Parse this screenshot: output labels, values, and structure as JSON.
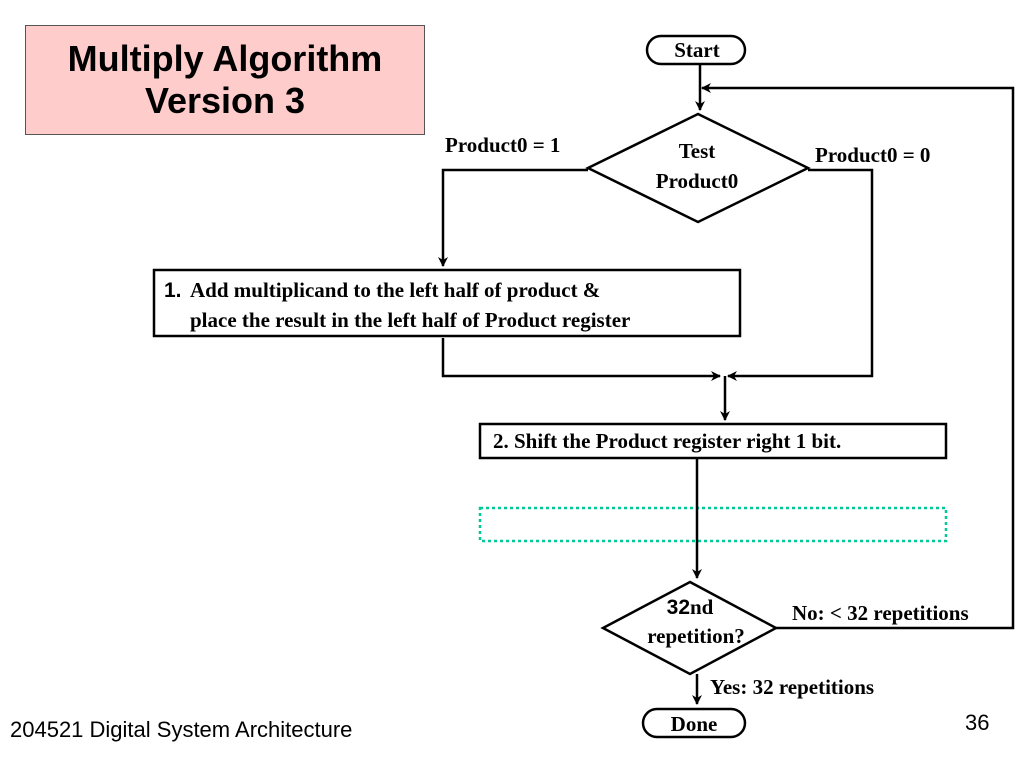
{
  "title": {
    "line1": "Multiply Algorithm",
    "line2": "Version 3"
  },
  "nodes": {
    "start": "Start",
    "test_line1": "Test",
    "test_line2": "Product0",
    "step1_num": "1.",
    "step1_line1": "Add multiplicand to the left half of product &",
    "step1_line2": "place the result in the left half of Product register",
    "step2": "2. Shift the Product register right 1 bit.",
    "rep_num": "32",
    "rep_suffix": "nd",
    "rep_line2": "repetition?",
    "done": "Done"
  },
  "edges": {
    "product0_eq_1": "Product0 = 1",
    "product0_eq_0": "Product0 = 0",
    "no_label": "No: < 32 repetitions",
    "yes_label": "Yes: 32 repetitions"
  },
  "footer": {
    "course": "204521 Digital System Architecture",
    "page": "36"
  },
  "colors": {
    "title_bg": "#ffcccc",
    "dotted_box": "#00c896"
  }
}
